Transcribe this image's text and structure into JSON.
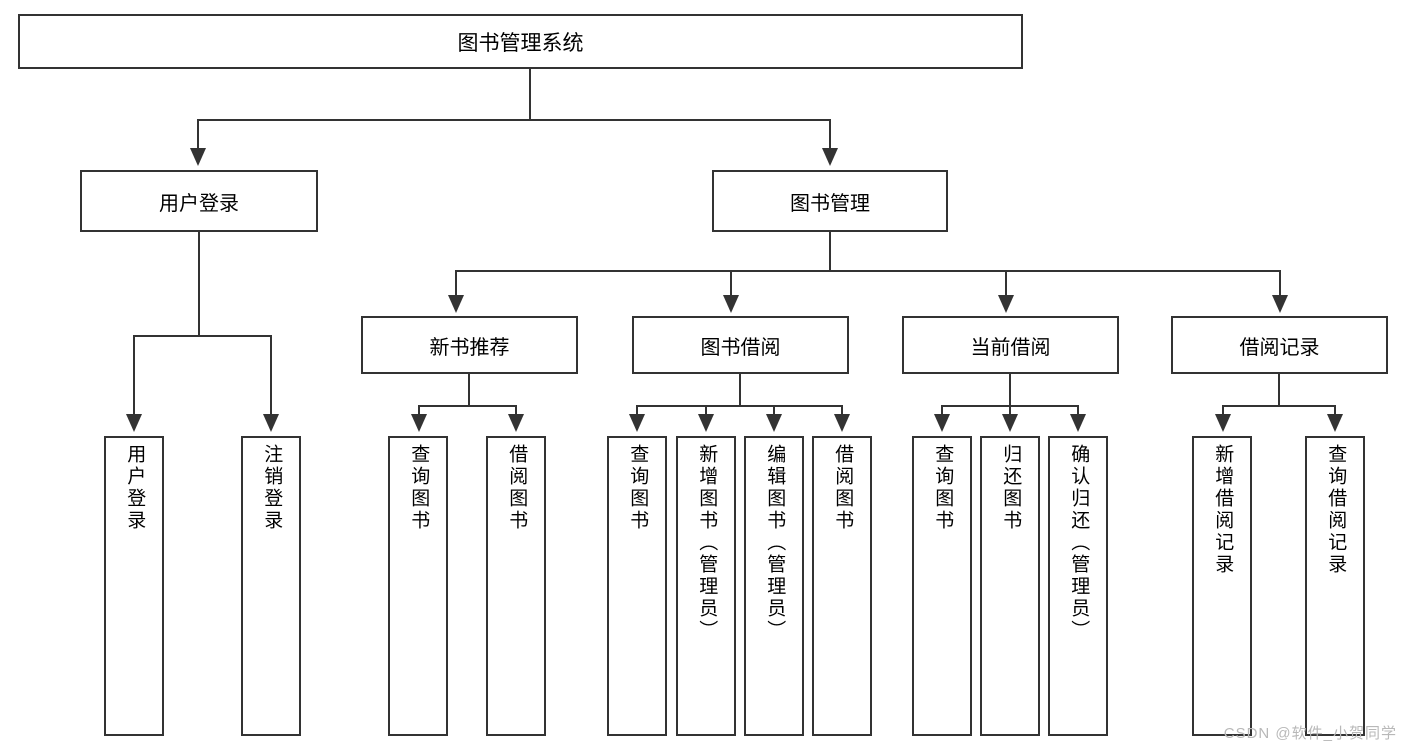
{
  "diagram": {
    "title": "图书管理系统",
    "root": {
      "label": "图书管理系统"
    },
    "level2": [
      {
        "label": "用户登录"
      },
      {
        "label": "图书管理"
      }
    ],
    "level3": [
      {
        "label": "新书推荐"
      },
      {
        "label": "图书借阅"
      },
      {
        "label": "当前借阅"
      },
      {
        "label": "借阅记录"
      }
    ],
    "leaves": {
      "user_login": [
        {
          "label": "用户登录"
        },
        {
          "label": "注销登录"
        }
      ],
      "new_book": [
        {
          "label": "查询图书"
        },
        {
          "label": "借阅图书"
        }
      ],
      "book_borrow": [
        {
          "label": "查询图书"
        },
        {
          "label": "新增图书（管理员）"
        },
        {
          "label": "编辑图书（管理员）"
        },
        {
          "label": "借阅图书"
        }
      ],
      "current_borrow": [
        {
          "label": "查询图书"
        },
        {
          "label": "归还图书"
        },
        {
          "label": "确认归还（管理员）"
        }
      ],
      "borrow_record": [
        {
          "label": "新增借阅记录"
        },
        {
          "label": "查询借阅记录"
        }
      ]
    }
  },
  "watermark": {
    "text": "CSDN @软件_小贺同学"
  },
  "colors": {
    "line": "#333333",
    "box_border": "#333333",
    "background": "#ffffff",
    "watermark": "#b8b8b8"
  }
}
